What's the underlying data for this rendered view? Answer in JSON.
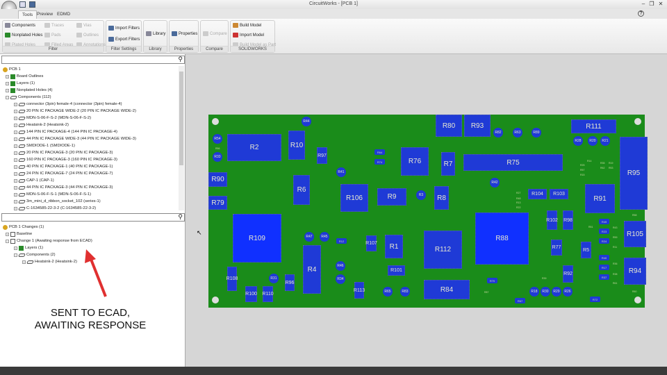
{
  "window": {
    "title": "CircuitWorks - [PCB 1]",
    "help": "?",
    "minimize": "–",
    "restore": "❐",
    "close": "✕"
  },
  "tabs": [
    "Tools",
    "Preview",
    "EDMD"
  ],
  "ribbon": {
    "filter": {
      "label": "Filter",
      "items": [
        "Components",
        "Traces",
        "Vias",
        "Nonplated Holes",
        "Pads",
        "Outlines",
        "Plated Holes",
        "Filled Areas",
        "Annotations"
      ]
    },
    "filter_settings": {
      "label": "Filter Settings",
      "items": [
        "Import Filters",
        "Export Filters"
      ]
    },
    "library": {
      "label": "Library",
      "items": [
        "Library"
      ]
    },
    "properties": {
      "label": "Properties",
      "items": [
        "Properties"
      ]
    },
    "compare": {
      "label": "Compare",
      "items": [
        "Compare"
      ]
    },
    "solidworks": {
      "label": "SOLIDWORKS",
      "items": [
        "Build Model",
        "Import Model",
        "Build Model as Part"
      ]
    }
  },
  "tree1": {
    "root": "PCB 1",
    "nodes": [
      "Board Outlines",
      "Layers (1)",
      "Nonplated Holes (4)",
      "Components (112)"
    ],
    "components": [
      "connector (3pin) female-4 (connector (3pin) female-4)",
      "20 PIN IC PACKAGE WIDE-2 (20 PIN IC PACKAGE WIDE-2)",
      "MDN-S-06-F-S-2 (MDN-S-06-F-S-2)",
      "Heatsink-2 (Heatsink-2)",
      "144 PIN IC PACKAGE-4 (144 PIN IC PACKAGE-4)",
      "44 PIN IC PACKAGE WIDE-3 (44 PIN IC PACKAGE WIDE-3)",
      "SMDIODE-1 (SMDIODE-1)",
      "20 PIN IC PACKAGE-3 (20 PIN IC PACKAGE-3)",
      "160 PIN IC PACKAGE-3 (160 PIN IC PACKAGE-3)",
      "40 PIN IC PACKAGE-1 (40 PIN IC PACKAGE-1)",
      "24 PIN IC PACKAGE-7 (24 PIN IC PACKAGE-7)",
      "CAP-1 (CAP-1)",
      "44 PIN IC PACKAGE-3 (44 PIN IC PACKAGE-3)",
      "MDN-S-06-F-S-1 (MDN-S-06-F-S-1)",
      "3m_mini_d_ribbon_socket_102 (series-1)",
      "C-1634585-22-3-2 (C-1634585-22-3-2)"
    ]
  },
  "tree2": {
    "root": "PCB 1 Changes (1)",
    "baseline": "Baseline",
    "change": "Change 1 (Awaiting response from ECAD)",
    "layers": "Layers (1)",
    "components": "Components (2)",
    "heatsink": "Heatsink-2 (Heatsink-2)"
  },
  "annotation": {
    "line1": "SENT TO ECAD,",
    "line2": "AWAITING RESPONSE"
  },
  "colors": {
    "board": "#1a8c1a",
    "part": "#1f3ad6",
    "arrow": "#e03030"
  },
  "pcb": {
    "parts": [
      "R2",
      "R10",
      "R97",
      "R6",
      "R106",
      "R9",
      "R76",
      "R90",
      "R79",
      "R109",
      "R4",
      "R1",
      "R107",
      "R101",
      "R113",
      "R108",
      "R96",
      "R100",
      "R110",
      "R112",
      "R80",
      "R93",
      "R111",
      "R75",
      "R7",
      "R8",
      "R88",
      "R84",
      "R104",
      "R103",
      "R91",
      "R95",
      "R102",
      "R98",
      "R77",
      "R5",
      "R92",
      "R105",
      "R94"
    ],
    "circles": [
      "R44",
      "R54",
      "R33",
      "R41",
      "R3",
      "R47",
      "R45",
      "R46",
      "R34",
      "R31",
      "R65",
      "R83",
      "R82",
      "R63",
      "R89",
      "R28",
      "R20",
      "R21",
      "R42",
      "R18",
      "R30",
      "R29",
      "R26"
    ],
    "pads": [
      "R64",
      "R74",
      "R12",
      "R70",
      "R67",
      "R72",
      "R49",
      "R23",
      "R24",
      "R40",
      "R17",
      "R37"
    ],
    "tiny": [
      "R56",
      "R27",
      "R48",
      "R13",
      "R22",
      "R25",
      "R57",
      "R15",
      "R14",
      "R35",
      "R19",
      "R62",
      "R53",
      "R58",
      "R51",
      "R43",
      "R59",
      "R11",
      "R36",
      "R38",
      "R61",
      "R60",
      "R39",
      "R87"
    ]
  }
}
